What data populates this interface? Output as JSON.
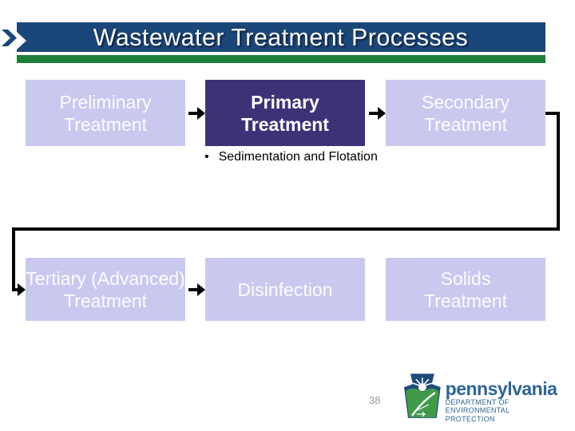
{
  "slide": {
    "title": "Wastewater Treatment Processes",
    "page_number": "38"
  },
  "diagram": {
    "boxes": {
      "preliminary": {
        "line1": "Preliminary",
        "line2": "Treatment"
      },
      "primary": {
        "line1": "Primary",
        "line2": "Treatment"
      },
      "secondary": {
        "line1": "Secondary",
        "line2": "Treatment"
      },
      "tertiary": {
        "line1": "Tertiary (Advanced)",
        "line2": "Treatment"
      },
      "disinfection": {
        "line1": "Disinfection"
      },
      "solids": {
        "line1": "Solids",
        "line2": "Treatment"
      }
    },
    "bullet": {
      "marker": "•",
      "text": "Sedimentation and Flotation"
    },
    "flow_order": "Preliminary > Primary > Secondary > Tertiary (Advanced) > Disinfection"
  },
  "logo": {
    "wordmark": "pennsylvania",
    "dept_line1": "DEPARTMENT OF ENVIRONMENTAL",
    "dept_line2": "PROTECTION"
  },
  "colors": {
    "title_bar_blue": "#1B4679",
    "green_stripe": "#1E7E38",
    "box_light_lavender": "#C9C9F0",
    "box_dark_purple": "#3E3277",
    "connector_black": "#000000",
    "logo_text_blue": "#2D6496",
    "keystone_blue": "#1E4B7C",
    "keystone_green": "#3F9B48",
    "page_number_gray": "#9A9A9A"
  }
}
